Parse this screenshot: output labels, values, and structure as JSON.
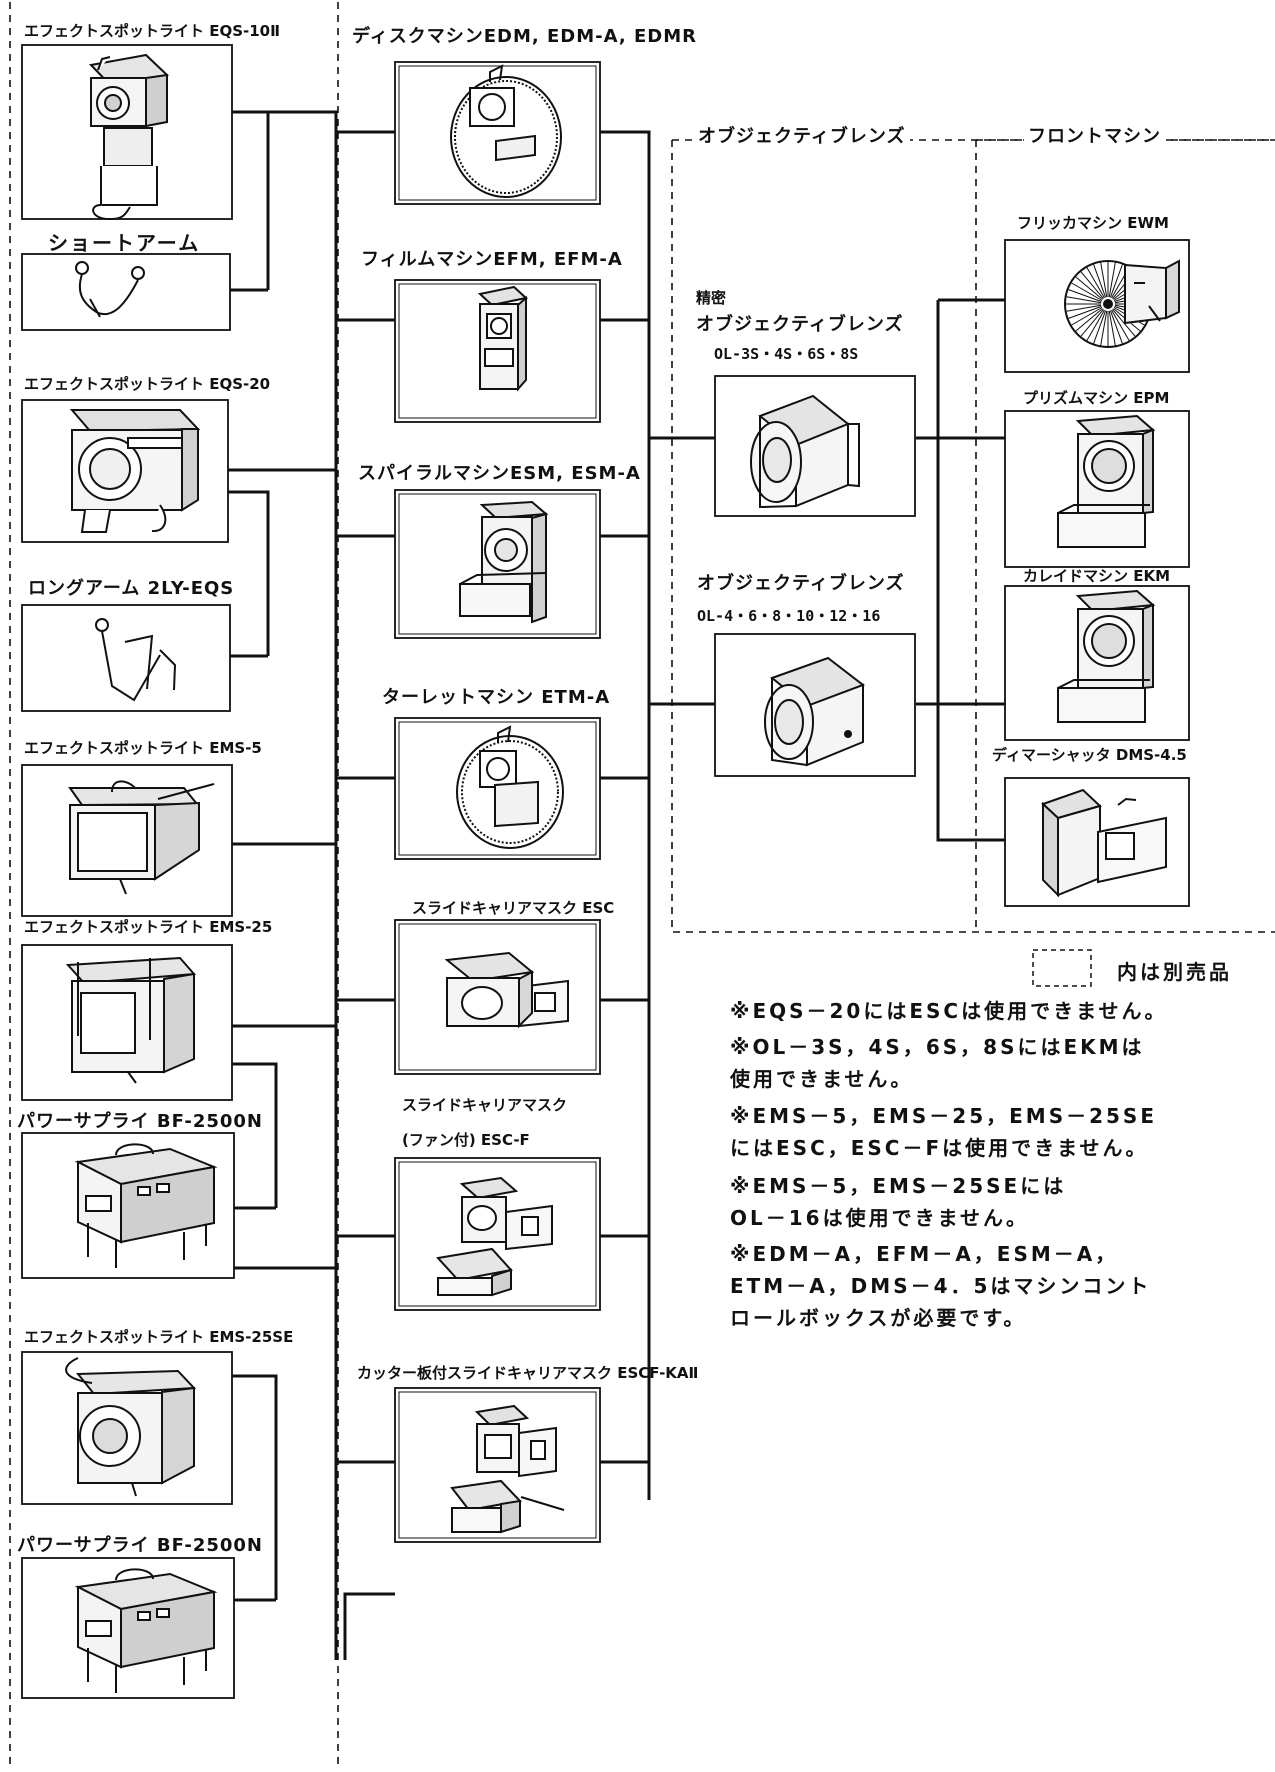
{
  "group_objective_lens": "オブジェクティブレンズ",
  "group_front_machine": "フロントマシン",
  "legend": "内は別売品",
  "left_column": {
    "eqs10": "エフェクトスポットライト EQS-10Ⅱ",
    "short_arm": "ショートアーム",
    "eqs20": "エフェクトスポットライト EQS-20",
    "long_arm": "ロングアーム 2LY-EQS",
    "ems5": "エフェクトスポットライト EMS-5",
    "ems25": "エフェクトスポットライト EMS-25",
    "power1": "パワーサプライ BF-2500N",
    "ems25se": "エフェクトスポットライト EMS-25SE",
    "power2": "パワーサプライ BF-2500N"
  },
  "middle_column": {
    "disc": "ディスクマシンEDM, EDM-A, EDMR",
    "film": "フィルムマシンEFM, EFM-A",
    "spiral": "スパイラルマシンESM, ESM-A",
    "turret": "ターレットマシン ETM-A",
    "slide": "スライドキャリアマスク ESC",
    "slide_fan_1": "スライドキャリアマスク",
    "slide_fan_2": "(ファン付) ESC-F",
    "cutter": "カッター板付スライドキャリアマスク ESCF-KAⅡ"
  },
  "lens_column": {
    "precision_1": "精密",
    "precision_2": "オブジェクティブレンズ",
    "precision_3": "OL-3S・4S・6S・8S",
    "lens_1": "オブジェクティブレンズ",
    "lens_2": "OL-4・6・8・10・12・16"
  },
  "front_column": {
    "flicker": "フリッカマシン EWM",
    "prism": "プリズムマシン EPM",
    "kaleido": "カレイドマシン EKM",
    "dimmer": "ディマーシャッタ DMS-4.5"
  },
  "notes": [
    "※EQS－20にはESCは使用できません。",
    "※OL－3S，4S，6S，8SにはEKMは\n使用できません。",
    "※EMS－5，EMS－25，EMS－25SE\nにはESC，ESC－Fは使用できません。",
    "※EMS－5，EMS－25SEには\nOL－16は使用できません。",
    "※EDM－A，EFM－A，ESM－A，\nETM－A，DMS－4．5はマシンコント\nロールボックスが必要です。"
  ]
}
